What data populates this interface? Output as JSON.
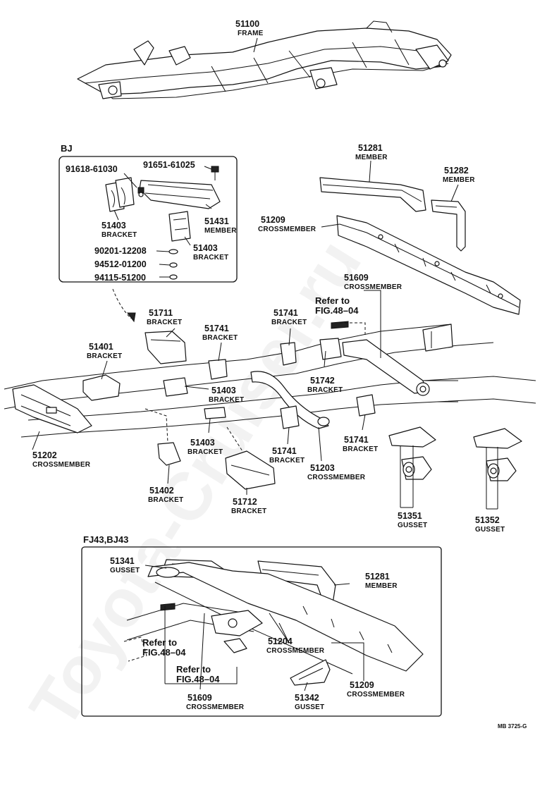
{
  "watermark": "Toyota-Cruiser.ru",
  "sections": {
    "bj": "BJ",
    "fj43_bj43": "FJ43,BJ43"
  },
  "parts": {
    "p51100": {
      "num": "51100",
      "name": "FRAME"
    },
    "p91618": {
      "num": "91618-61030"
    },
    "p91651": {
      "num": "91651-61025"
    },
    "p51403_bj": {
      "num": "51403",
      "name": "BRACKET"
    },
    "p51431": {
      "num": "51431",
      "name": "MEMBER"
    },
    "p51403_bj2": {
      "num": "51403",
      "name": "BRACKET"
    },
    "p90201": {
      "num": "90201-12208"
    },
    "p94512": {
      "num": "94512-01200"
    },
    "p94115": {
      "num": "94115-51200"
    },
    "p51281_top": {
      "num": "51281",
      "name": "MEMBER"
    },
    "p51282": {
      "num": "51282",
      "name": "MEMBER"
    },
    "p51209_top": {
      "num": "51209",
      "name": "CROSSMEMBER"
    },
    "p51609_top": {
      "num": "51609",
      "name": "CROSSMEMBER"
    },
    "p51711": {
      "num": "51711",
      "name": "BRACKET"
    },
    "p51741_a": {
      "num": "51741",
      "name": "BRACKET"
    },
    "p51741_b": {
      "num": "51741",
      "name": "BRACKET"
    },
    "p51401": {
      "num": "51401",
      "name": "BRACKET"
    },
    "p51742": {
      "num": "51742",
      "name": "BRACKET"
    },
    "p51403_mid": {
      "num": "51403",
      "name": "BRACKET"
    },
    "p51403_low": {
      "num": "51403",
      "name": "BRACKET"
    },
    "p51741_c": {
      "num": "51741",
      "name": "BRACKET"
    },
    "p51741_d": {
      "num": "51741",
      "name": "BRACKET"
    },
    "p51202": {
      "num": "51202",
      "name": "CROSSMEMBER"
    },
    "p51203": {
      "num": "51203",
      "name": "CROSSMEMBER"
    },
    "p51402": {
      "num": "51402",
      "name": "BRACKET"
    },
    "p51712": {
      "num": "51712",
      "name": "BRACKET"
    },
    "p51351": {
      "num": "51351",
      "name": "GUSSET"
    },
    "p51352": {
      "num": "51352",
      "name": "GUSSET"
    },
    "p51341": {
      "num": "51341",
      "name": "GUSSET"
    },
    "p51281_bot": {
      "num": "51281",
      "name": "MEMBER"
    },
    "p51204": {
      "num": "51204",
      "name": "CROSSMEMBER"
    },
    "p51609_bot": {
      "num": "51609",
      "name": "CROSSMEMBER"
    },
    "p51342": {
      "num": "51342",
      "name": "GUSSET"
    },
    "p51209_bot": {
      "num": "51209",
      "name": "CROSSMEMBER"
    }
  },
  "refs": {
    "ref_top": {
      "l1": "Refer to",
      "l2": "FIG.48–04"
    },
    "ref_bot1": {
      "l1": "Refer to",
      "l2": "FIG.48–04"
    },
    "ref_bot2": {
      "l1": "Refer to",
      "l2": "FIG.48–04"
    }
  },
  "figure_code": "MB 3725-G"
}
